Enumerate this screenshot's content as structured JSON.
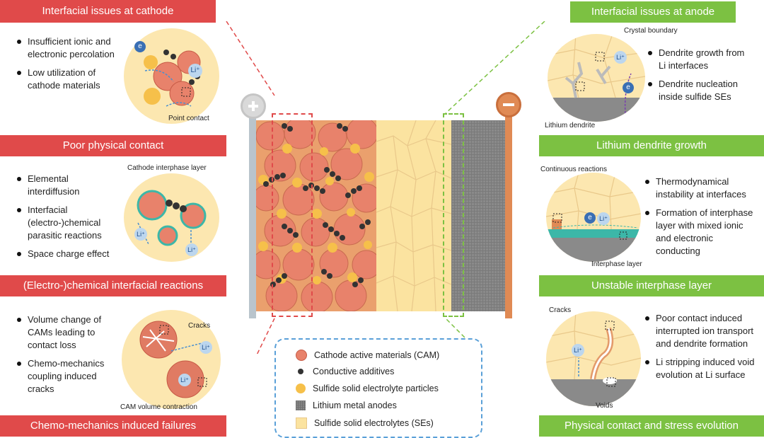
{
  "left": {
    "sections": [
      {
        "title": "Interfacial issues at cathode",
        "bullets": [
          "Insufficient ionic and electronic percolation",
          "Low utilization of cathode materials"
        ],
        "callouts": [
          "Point contact"
        ]
      },
      {
        "title": "Poor physical contact",
        "bullets": [
          "Elemental interdiffusion",
          "Interfacial (electro-)chemical parasitic reactions",
          "Space charge effect"
        ],
        "callouts": [
          "Cathode interphase layer"
        ]
      },
      {
        "title": "(Electro-)chemical interfacial reactions",
        "bullets": [
          "Volume change of CAMs leading to contact loss",
          "Chemo-mechanics coupling induced cracks"
        ],
        "callouts": [
          "Cracks",
          "CAM volume contraction"
        ]
      },
      {
        "title": "Chemo-mechanics induced failures"
      }
    ]
  },
  "right": {
    "sections": [
      {
        "title": "Interfacial issues at anode",
        "bullets": [
          "Dendrite growth from Li interfaces",
          "Dendrite nucleation inside sulfide SEs"
        ],
        "callouts": [
          "Crystal boundary",
          "Lithium dendrite"
        ]
      },
      {
        "title": "Lithium dendrite growth",
        "bullets": [
          "Thermodynamical instability at interfaces",
          "Formation of interphase layer with mixed ionic and electronic conducting"
        ],
        "callouts": [
          "Continuous reactions",
          "Interphase layer"
        ]
      },
      {
        "title": "Unstable interphase layer",
        "bullets": [
          "Poor contact induced interrupted ion transport and dendrite formation",
          "Li stripping induced void evolution at Li surface"
        ],
        "callouts": [
          "Cracks",
          "Voids"
        ]
      },
      {
        "title": "Physical contact and stress evolution"
      }
    ]
  },
  "legend": {
    "items": [
      "Cathode active materials (CAM)",
      "Conductive additives",
      "Sulfide solid electrolyte particles",
      "Lithium metal anodes",
      "Sulfide solid electrolytes (SEs)"
    ]
  },
  "symbols": {
    "ion": "Li⁺",
    "electron": "e"
  },
  "colors": {
    "red_banner": "#e04a4a",
    "green_banner": "#7cc142",
    "cam": "#e8826b",
    "se_particle": "#f6c04a",
    "electrolyte": "#fbe3a0",
    "anode": "#8a8a8a",
    "carbon": "#333333"
  }
}
